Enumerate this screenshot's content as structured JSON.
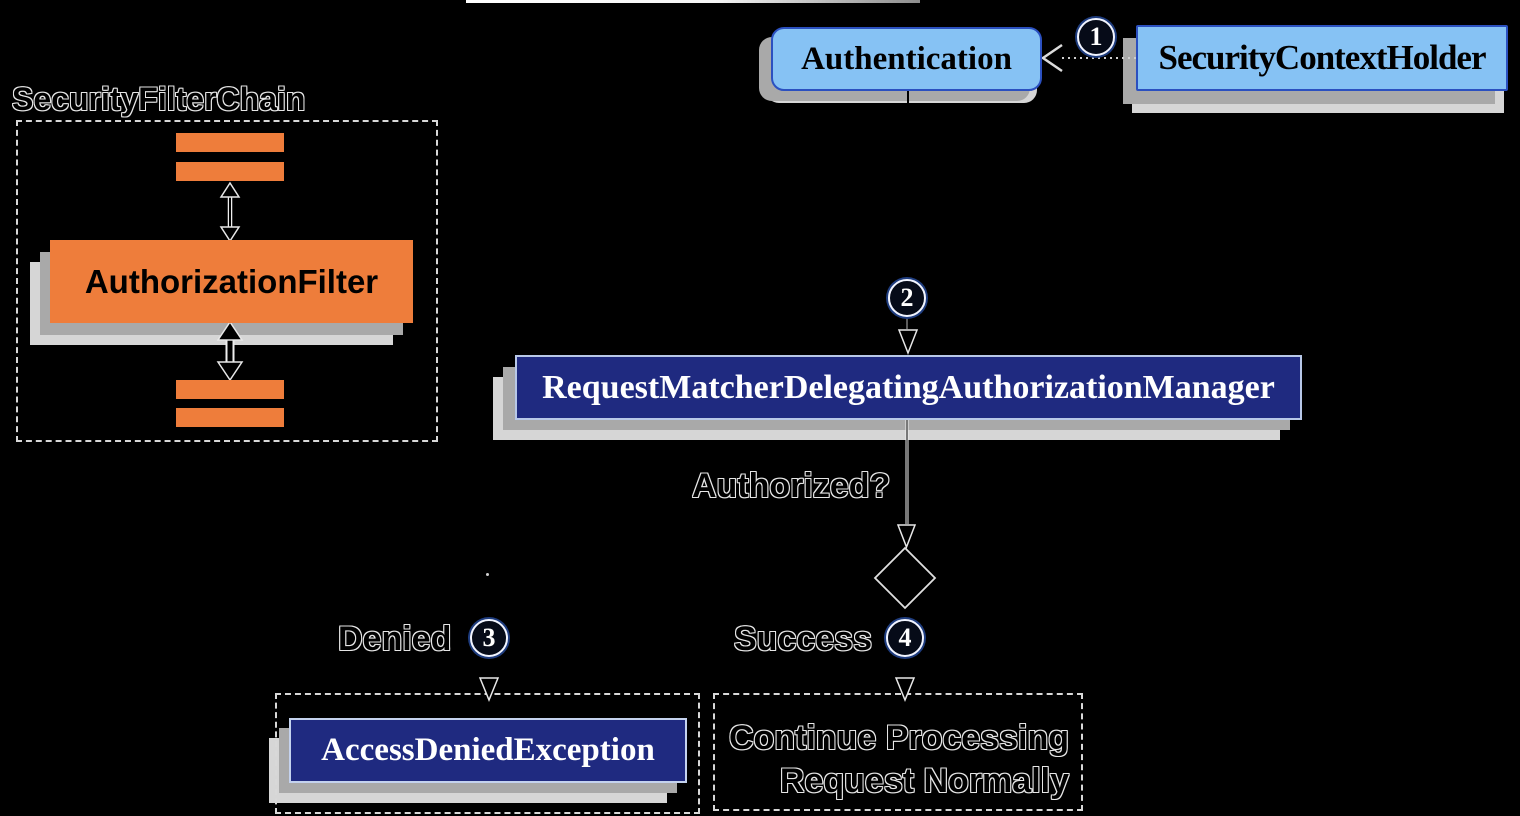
{
  "diagram": {
    "filter_chain": {
      "title": "SecurityFilterChain",
      "filter_box_label": "AuthorizationFilter"
    },
    "nodes": {
      "authentication": "Authentication",
      "security_context_holder": "SecurityContextHolder",
      "authorization_manager": "RequestMatcherDelegatingAuthorizationManager",
      "access_denied_exception": "AccessDeniedException",
      "continue_line1": "Continue Processing",
      "continue_line2": "Request Normally"
    },
    "labels": {
      "authorized": "Authorized?",
      "denied": "Denied",
      "success": "Success"
    },
    "steps": [
      "1",
      "2",
      "3",
      "4"
    ]
  },
  "colors": {
    "orange": "#EE7D3B",
    "light_blue": "#86C2F4",
    "blue_border": "#2B50C0",
    "navy": "#1F2A80",
    "navy_border": "#9AB4EA",
    "shadow_dark": "#A9A9A9",
    "shadow_light": "#D6D6D6",
    "circle_fill": "#060B18",
    "circle_ring": "#F2F5FF",
    "circle_outer": "#1E3C7E",
    "halo": "#E6E6E6",
    "dash": "#D8D8D8"
  }
}
